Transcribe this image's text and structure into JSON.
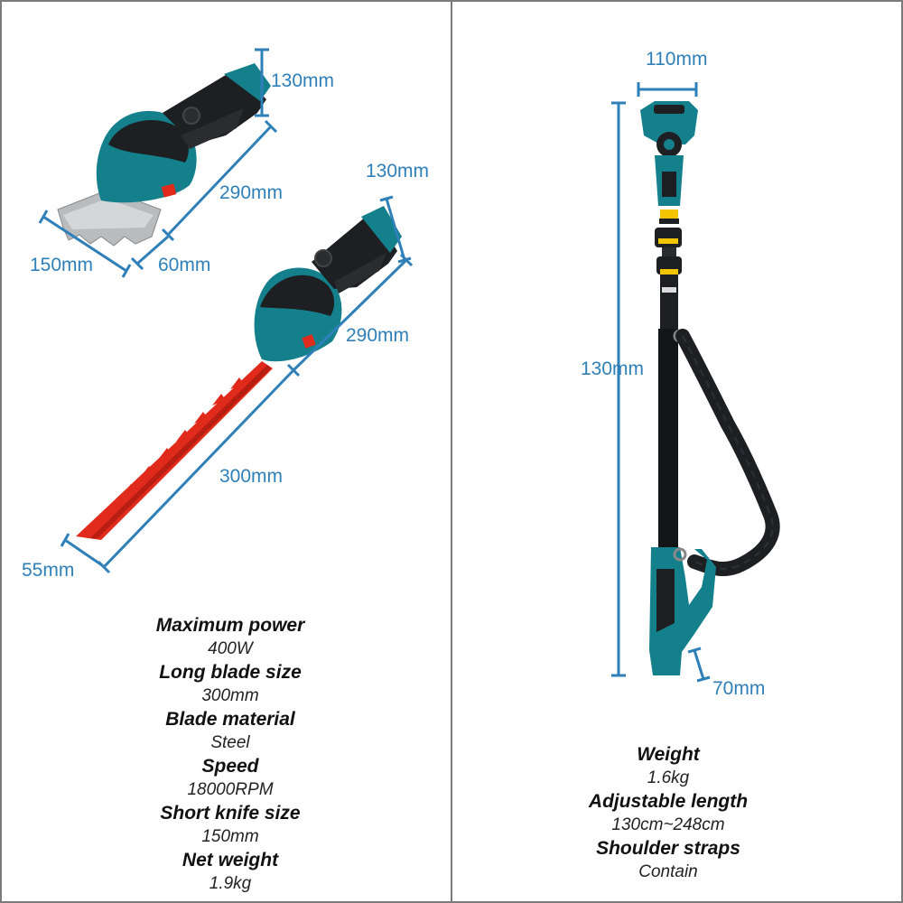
{
  "left_panel": {
    "dimensions": {
      "shear_height": "130mm",
      "shear_length": "290mm",
      "shear_blade_width": "150mm",
      "shear_blade_depth": "60mm",
      "trimmer_height": "130mm",
      "trimmer_body_length": "290mm",
      "trimmer_blade_length": "300mm",
      "trimmer_blade_width": "55mm"
    },
    "specs": [
      {
        "label": "Maximum power",
        "value": "400W"
      },
      {
        "label": "Long blade size",
        "value": "300mm"
      },
      {
        "label": "Blade material",
        "value": "Steel"
      },
      {
        "label": "Speed",
        "value": "18000RPM"
      },
      {
        "label": "Short knife size",
        "value": "150mm"
      },
      {
        "label": "Net weight",
        "value": "1.9kg"
      }
    ]
  },
  "right_panel": {
    "dimensions": {
      "head_width": "110mm",
      "pole_length": "130mm",
      "handle_width": "70mm"
    },
    "specs": [
      {
        "label": "Weight",
        "value": "1.6kg"
      },
      {
        "label": "Adjustable length",
        "value": "130cm~248cm"
      },
      {
        "label": "Shoulder straps",
        "value": "Contain"
      }
    ]
  },
  "colors": {
    "dimension": "#2f7fb8",
    "tool_body": "#14808c",
    "tool_dark": "#1d1f22",
    "blade_red": "#e02a1c",
    "blade_steel": "#b9bcbf"
  }
}
